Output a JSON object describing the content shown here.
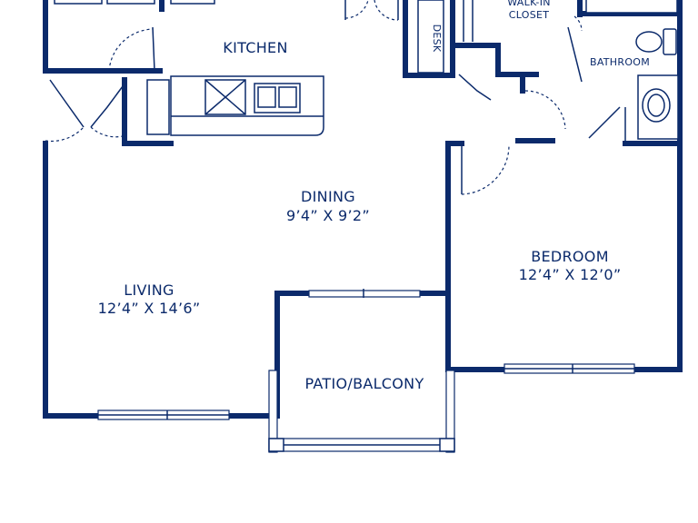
{
  "rooms": {
    "kitchen": {
      "name": "KITCHEN"
    },
    "dining": {
      "name": "DINING",
      "size": "9’4” X 9’2”"
    },
    "living": {
      "name": "LIVING",
      "size": "12’4” X 14’6”"
    },
    "bedroom": {
      "name": "BEDROOM",
      "size": "12’4” X 12’0”"
    },
    "patio": {
      "name": "PATIO/BALCONY"
    },
    "bathroom": {
      "name": "BATHROOM"
    },
    "closet": {
      "line1": "WALK-IN",
      "line2": "CLOSET"
    },
    "desk": {
      "name": "DESK"
    }
  },
  "colors": {
    "wall": "#0b2a6b",
    "background": "#ffffff"
  }
}
